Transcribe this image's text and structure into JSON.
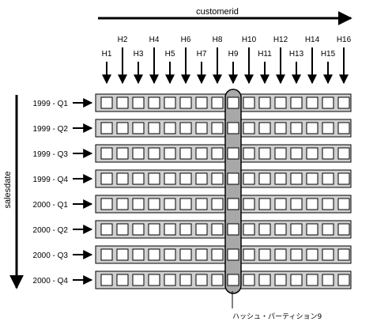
{
  "x_axis": {
    "title": "customerid"
  },
  "y_axis": {
    "title": "salesdate"
  },
  "hash_columns": [
    "H1",
    "H2",
    "H3",
    "H4",
    "H5",
    "H6",
    "H7",
    "H8",
    "H9",
    "H10",
    "H11",
    "H12",
    "H13",
    "H14",
    "H15",
    "H16"
  ],
  "range_rows": [
    "1999 - Q1",
    "1999 - Q2",
    "1999 - Q3",
    "1999 - Q4",
    "2000 - Q1",
    "2000 - Q2",
    "2000 - Q3",
    "2000 - Q4"
  ],
  "highlighted_column": "H9",
  "highlight_label": "ハッシュ・パーティション9",
  "colors": {
    "row_fill": "#d0d0d0",
    "cell_fill": "#ffffff",
    "highlight_fill": "#a8a8a8",
    "stroke": "#000000"
  }
}
